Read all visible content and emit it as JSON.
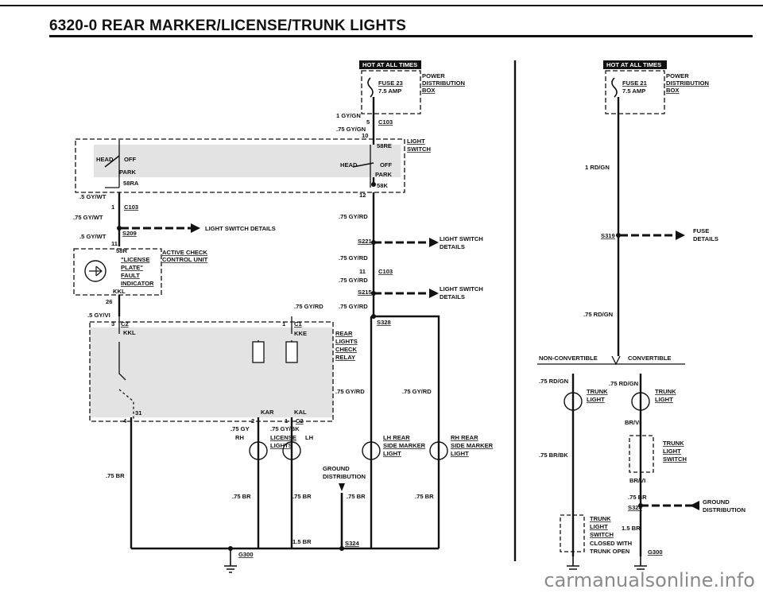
{
  "header": {
    "title": "6320-0   REAR MARKER/LICENSE/TRUNK LIGHTS"
  },
  "labels": {
    "hot_left": "HOT AT ALL TIMES",
    "hot_right": "HOT AT ALL TIMES",
    "fuse23": "FUSE 23",
    "fuse23_amp": "7.5 AMP",
    "fuse21": "FUSE 21",
    "fuse21_amp": "7.5 AMP",
    "pdb1": "POWER",
    "pdb2": "DISTRIBUTION",
    "pdb3": "BOX",
    "w_1gygn": "1 GY/GN",
    "c103_top_pin": "5",
    "c103": "C103",
    "w_75gygn": ".75 GY/GN",
    "pin10": "10",
    "light_switch1": "LIGHT",
    "light_switch2": "SWITCH",
    "s58re": "58RE",
    "s58ra": "58RA",
    "s58k": "58K",
    "head": "HEAD",
    "off": "OFF",
    "park": "PARK",
    "w_5gywt": ".5 GY/WT",
    "w_75gywt": ".75 GY/WT",
    "pin1": "1",
    "pin12": "12",
    "lsd": "LIGHT SWITCH DETAILS",
    "s209": "S209",
    "pin11a": "11",
    "s58r": "58R",
    "ac1": "ACTIVE CHECK",
    "ac2": "CONTROL UNIT",
    "lp1": "\"LICENSE",
    "lp2": "PLATE\"",
    "lp3": "FAULT",
    "lp4": "INDICATOR",
    "kkl": "KKL",
    "pin26": "26",
    "w_5gyvi": ".5 GY/VI",
    "w_75gyrd": ".75 GY/RD",
    "s221": "S221",
    "s215": "S215",
    "pin11b": "11",
    "lsd2a": "LIGHT SWITCH",
    "lsd2b": "DETAILS",
    "lsd3a": "LIGHT SWITCH",
    "lsd3b": "DETAILS",
    "c2": "C2",
    "c1": "C1",
    "pin3": "3",
    "pin1b": "1",
    "kke": "KKE",
    "rr1": "REAR",
    "rr2": "LIGHTS",
    "rr3": "CHECK",
    "rr4": "RELAY",
    "s328": "S328",
    "pin31": "31",
    "pin4": "4",
    "pin2": "2",
    "kar": "KAR",
    "kal": "KAL",
    "w_75gy": ".75 GY",
    "w_75gybk": ".75 GY/BK",
    "rh": "RH",
    "lh": "LH",
    "lic1": "LICENSE",
    "lic2": "LIGHTS",
    "lhr1": "LH REAR",
    "lhr2": "SIDE MARKER",
    "lhr3": "LIGHT",
    "rhr1": "RH REAR",
    "rhr2": "SIDE MARKER",
    "rhr3": "LIGHT",
    "gd1": "GROUND",
    "gd2": "DISTRIBUTION",
    "w_75br": ".75 BR",
    "w_15br": "1.5 BR",
    "s324": "S324",
    "g300": "G300",
    "w_1rdgn": "1 RD/GN",
    "s319": "S319",
    "fuse_d1": "FUSE",
    "fuse_d2": "DETAILS",
    "w_75rdgn": ".75 RD/GN",
    "nonconv": "NON-CONVERTIBLE",
    "conv": "CONVERTIBLE",
    "trunk1": "TRUNK",
    "trunk2": "LIGHT",
    "w_brvi": "BR/VI",
    "w_75brbk": ".75 BR/BK",
    "ts1": "TRUNK",
    "ts2": "LIGHT",
    "ts3": "SWITCH",
    "closed1": "CLOSED WITH",
    "closed2": "TRUNK OPEN",
    "gd_r1": "GROUND",
    "gd_r2": "DISTRIBUTION"
  },
  "watermark": "carmanualsonline.info"
}
